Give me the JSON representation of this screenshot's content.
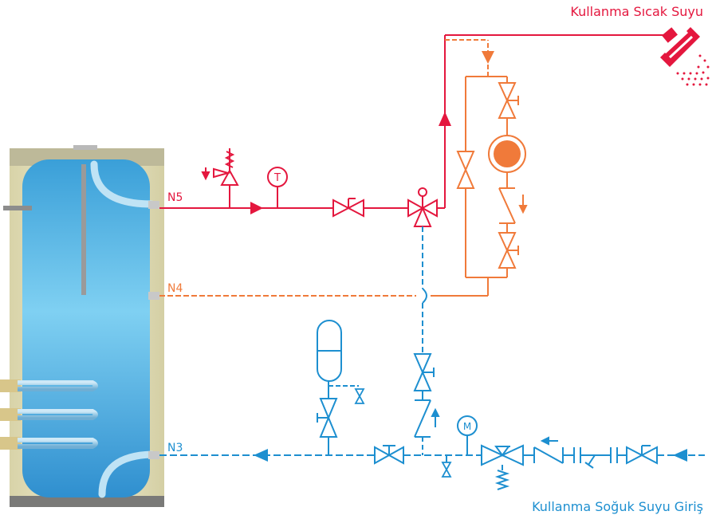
{
  "labels": {
    "hot_water_title": "Kullanma Sıcak Suyu",
    "cold_water_title": "Kullanma Soğuk Suyu Giriş",
    "n5": "N5",
    "n4": "N4",
    "n3": "N3",
    "thermometer": "T",
    "manometer": "M"
  },
  "colors": {
    "hot": "#e4173e",
    "recirc": "#f07a3a",
    "cold": "#1d8fd0",
    "tank_water": "#5cbce8",
    "tank_shell": "#e6e2c0"
  }
}
